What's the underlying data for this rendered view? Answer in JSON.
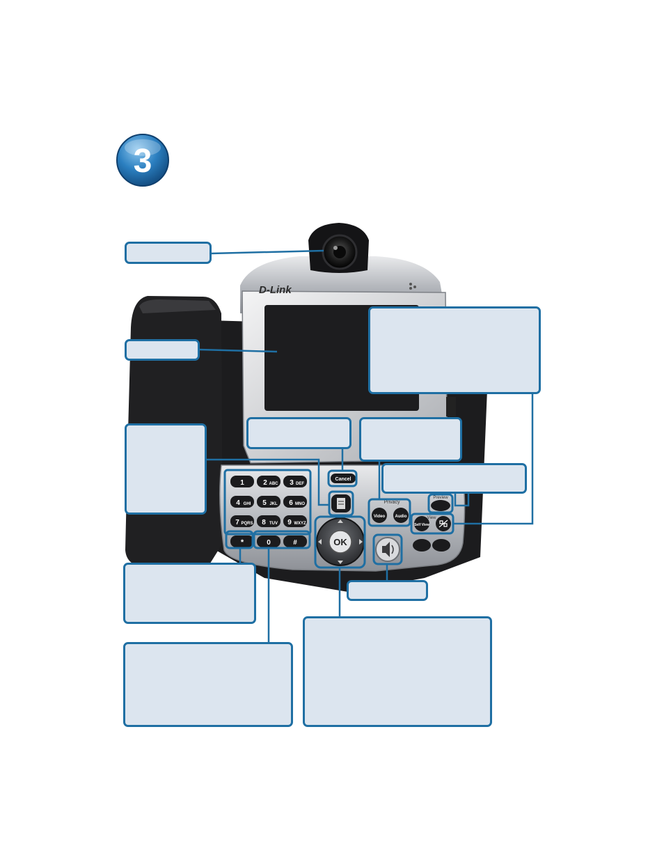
{
  "step": {
    "number": "3"
  },
  "phone": {
    "brand_logo": "D-Link",
    "buttons": {
      "cancel": "Cancel",
      "privacy_group": "Privacy",
      "privacy_video": "Video",
      "privacy_audio": "Audio",
      "preview": "Preview",
      "view_group": "View",
      "self_view": "Self View",
      "ok": "OK"
    },
    "keypad": [
      {
        "digit": "1",
        "letters": ""
      },
      {
        "digit": "2",
        "letters": "ABC"
      },
      {
        "digit": "3",
        "letters": "DEF"
      },
      {
        "digit": "4",
        "letters": "GHI"
      },
      {
        "digit": "5",
        "letters": "JKL"
      },
      {
        "digit": "6",
        "letters": "MNO"
      },
      {
        "digit": "7",
        "letters": "PQRS"
      },
      {
        "digit": "8",
        "letters": "TUV"
      },
      {
        "digit": "9",
        "letters": "WXYZ"
      },
      {
        "digit": "*",
        "letters": ""
      },
      {
        "digit": "0",
        "letters": ""
      },
      {
        "digit": "#",
        "letters": ""
      }
    ]
  },
  "colors": {
    "callout_fill": "#dce5ef",
    "callout_border": "#1f6fa3",
    "leader_line": "#1f6fa3",
    "badge": "#2b7fc0"
  }
}
